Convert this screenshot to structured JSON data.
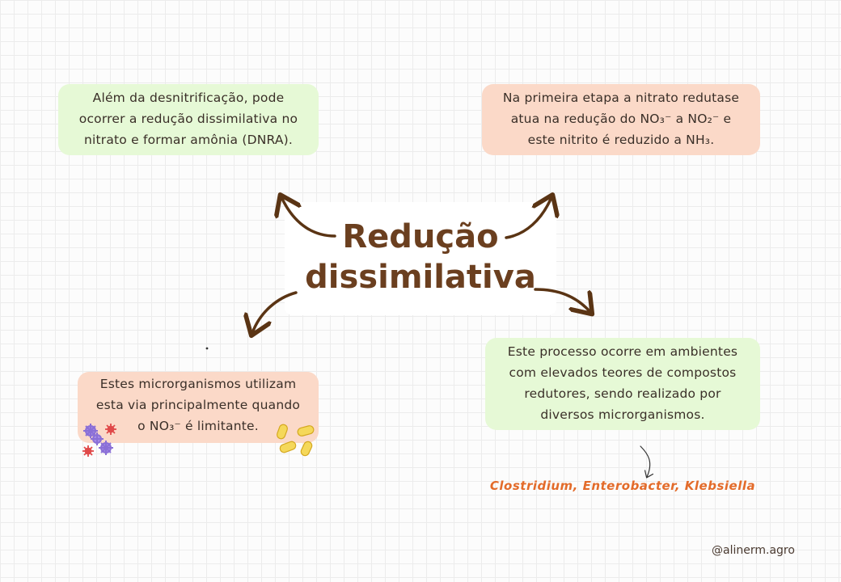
{
  "title_line1": "Redução",
  "title_line2": "dissimilativa",
  "top_left": {
    "lines": [
      "Além da desnitrificação, pode",
      "ocorrer a redução dissimilativa no",
      "nitrato e formar amônia (DNRA)."
    ]
  },
  "top_right": {
    "lines": [
      "Na primeira etapa a nitrato redutase",
      "atua na redução do NO₃⁻ a NO₂⁻ e",
      "este nitrito é reduzido a NH₃."
    ]
  },
  "bottom_left": {
    "lines": [
      "Estes microrganismos utilizam",
      "esta via principalmente quando",
      "o NO₃⁻ é limitante."
    ]
  },
  "bottom_right": {
    "lines": [
      "Este processo ocorre em ambientes",
      "com elevados teores de compostos",
      "redutores, sendo realizado por",
      "diversos microrganismos."
    ]
  },
  "bacteria_names": "Clostridium, Enterobacter, Klebsiella",
  "handle": "@alinerm.agro",
  "colors": {
    "green_box": "#e6f9d6",
    "peach_box": "#fbd9c8",
    "title": "#6b3f1f",
    "arrow": "#5a3414",
    "bacteria_text": "#e36b2a"
  }
}
